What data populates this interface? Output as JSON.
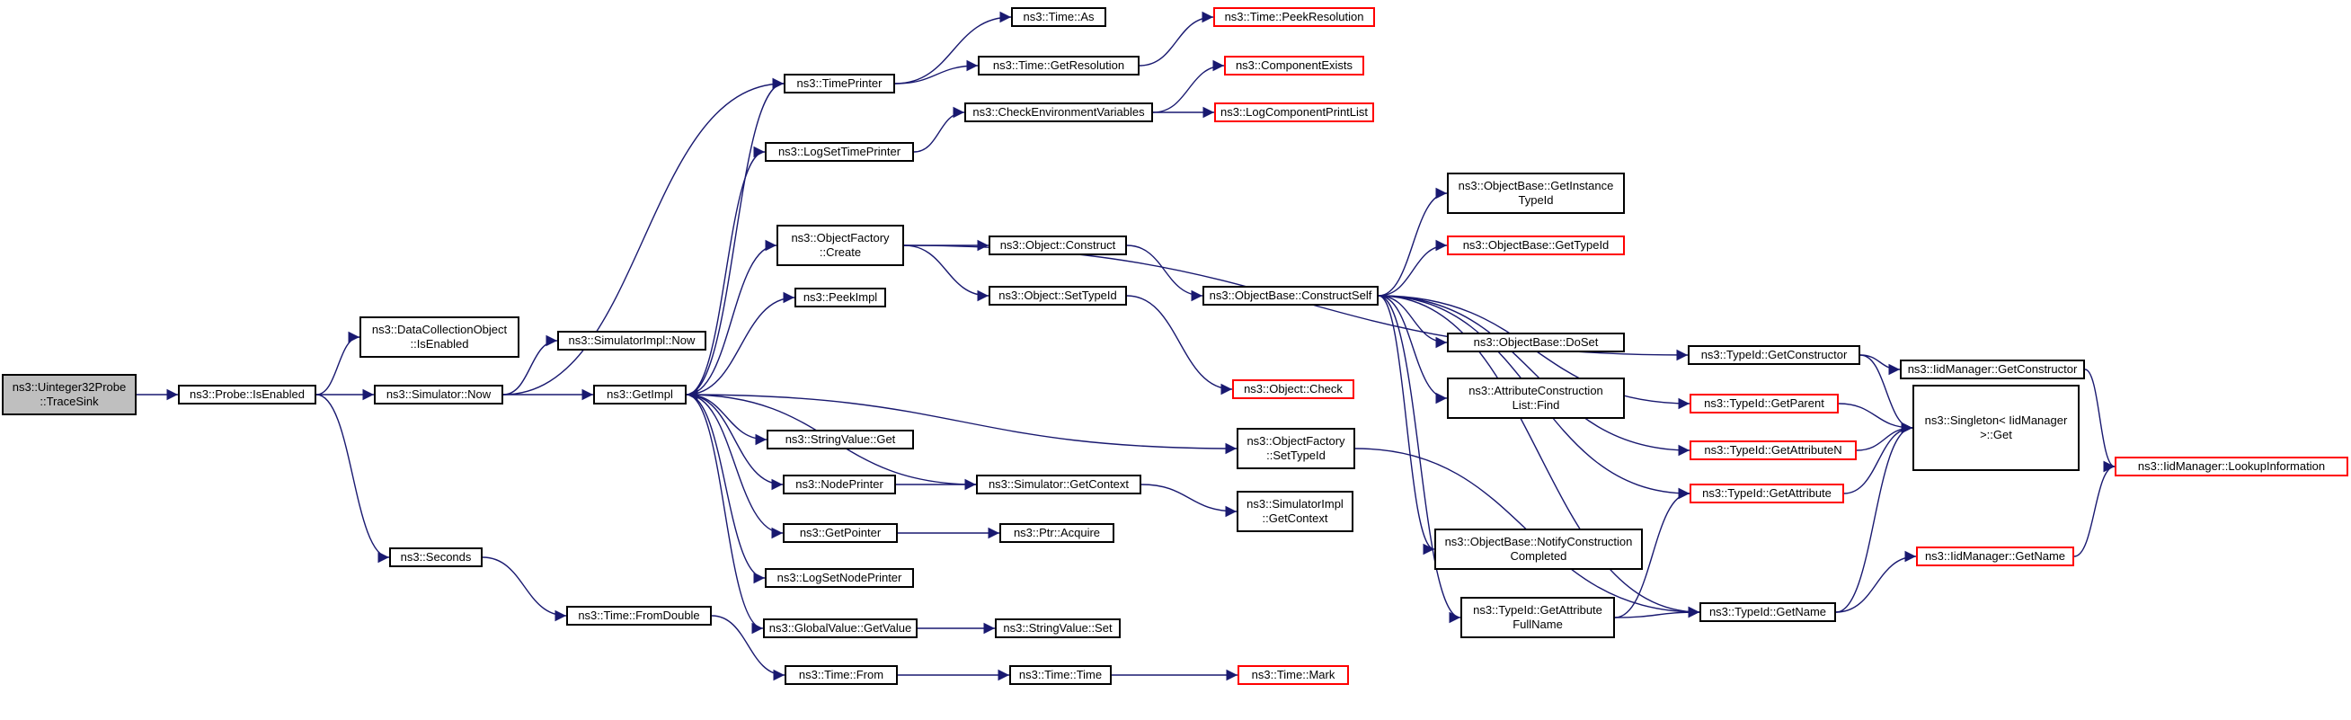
{
  "graph": {
    "edge_color": "#191970",
    "node_border_color": "#000000",
    "external_border_color": "#ff0000",
    "root_fill_color": "#bfbfbf",
    "nodes": [
      {
        "id": "n0",
        "label": "ns3::Uinteger32Probe\n::TraceSink"
      },
      {
        "id": "n1",
        "label": "ns3::Probe::IsEnabled"
      },
      {
        "id": "n2",
        "label": "ns3::DataCollectionObject\n::IsEnabled"
      },
      {
        "id": "n3",
        "label": "ns3::Simulator::Now"
      },
      {
        "id": "n4",
        "label": "ns3::Seconds"
      },
      {
        "id": "n5",
        "label": "ns3::SimulatorImpl::Now"
      },
      {
        "id": "n6",
        "label": "ns3::GetImpl"
      },
      {
        "id": "n7",
        "label": "ns3::Time::FromDouble"
      },
      {
        "id": "n8",
        "label": "ns3::TimePrinter"
      },
      {
        "id": "n9",
        "label": "ns3::LogSetTimePrinter"
      },
      {
        "id": "n10",
        "label": "ns3::ObjectFactory\n::Create"
      },
      {
        "id": "n11",
        "label": "ns3::PeekImpl"
      },
      {
        "id": "n12",
        "label": "ns3::StringValue::Get"
      },
      {
        "id": "n13",
        "label": "ns3::NodePrinter"
      },
      {
        "id": "n14",
        "label": "ns3::GetPointer"
      },
      {
        "id": "n15",
        "label": "ns3::LogSetNodePrinter"
      },
      {
        "id": "n16",
        "label": "ns3::GlobalValue::GetValue"
      },
      {
        "id": "n17",
        "label": "ns3::Time::From"
      },
      {
        "id": "n18",
        "label": "ns3::Time::As"
      },
      {
        "id": "n19",
        "label": "ns3::Time::GetResolution"
      },
      {
        "id": "n20",
        "label": "ns3::CheckEnvironmentVariables"
      },
      {
        "id": "n21",
        "label": "ns3::Object::Construct"
      },
      {
        "id": "n22",
        "label": "ns3::Object::SetTypeId"
      },
      {
        "id": "n23",
        "label": "ns3::Simulator::GetContext"
      },
      {
        "id": "n24",
        "label": "ns3::Ptr::Acquire"
      },
      {
        "id": "n25",
        "label": "ns3::StringValue::Set"
      },
      {
        "id": "n26",
        "label": "ns3::Time::Time"
      },
      {
        "id": "n27",
        "label": "ns3::Time::PeekResolution"
      },
      {
        "id": "n28",
        "label": "ns3::ComponentExists"
      },
      {
        "id": "n29",
        "label": "ns3::LogComponentPrintList"
      },
      {
        "id": "n30",
        "label": "ns3::ObjectBase::ConstructSelf"
      },
      {
        "id": "n31",
        "label": "ns3::Object::Check"
      },
      {
        "id": "n32",
        "label": "ns3::ObjectFactory\n::SetTypeId"
      },
      {
        "id": "n33",
        "label": "ns3::SimulatorImpl\n::GetContext"
      },
      {
        "id": "n34",
        "label": "ns3::Time::Mark"
      },
      {
        "id": "n35",
        "label": "ns3::ObjectBase::GetInstance\nTypeId"
      },
      {
        "id": "n36",
        "label": "ns3::ObjectBase::GetTypeId"
      },
      {
        "id": "n37",
        "label": "ns3::ObjectBase::DoSet"
      },
      {
        "id": "n38",
        "label": "ns3::AttributeConstruction\nList::Find"
      },
      {
        "id": "n39",
        "label": "ns3::ObjectBase::NotifyConstruction\nCompleted"
      },
      {
        "id": "n40",
        "label": "ns3::TypeId::GetAttribute\nFullName"
      },
      {
        "id": "n41",
        "label": "ns3::TypeId::GetConstructor"
      },
      {
        "id": "n42",
        "label": "ns3::TypeId::GetParent"
      },
      {
        "id": "n43",
        "label": "ns3::TypeId::GetAttributeN"
      },
      {
        "id": "n44",
        "label": "ns3::TypeId::GetAttribute"
      },
      {
        "id": "n45",
        "label": "ns3::TypeId::GetName"
      },
      {
        "id": "n46",
        "label": "ns3::IidManager::GetConstructor"
      },
      {
        "id": "n47",
        "label": "ns3::Singleton< IidManager\n>::Get"
      },
      {
        "id": "n48",
        "label": "ns3::IidManager::GetName"
      },
      {
        "id": "n49",
        "label": "ns3::IidManager::LookupInformation"
      }
    ],
    "edges": [
      [
        "n0",
        "n1"
      ],
      [
        "n1",
        "n2"
      ],
      [
        "n1",
        "n3"
      ],
      [
        "n1",
        "n4"
      ],
      [
        "n3",
        "n5"
      ],
      [
        "n3",
        "n6"
      ],
      [
        "n3",
        "n8"
      ],
      [
        "n4",
        "n7"
      ],
      [
        "n7",
        "n17"
      ],
      [
        "n17",
        "n26"
      ],
      [
        "n26",
        "n34"
      ],
      [
        "n6",
        "n8"
      ],
      [
        "n6",
        "n9"
      ],
      [
        "n6",
        "n10"
      ],
      [
        "n6",
        "n11"
      ],
      [
        "n6",
        "n12"
      ],
      [
        "n6",
        "n13"
      ],
      [
        "n6",
        "n14"
      ],
      [
        "n6",
        "n15"
      ],
      [
        "n6",
        "n16"
      ],
      [
        "n6",
        "n32"
      ],
      [
        "n8",
        "n18"
      ],
      [
        "n8",
        "n19"
      ],
      [
        "n19",
        "n27"
      ],
      [
        "n9",
        "n20"
      ],
      [
        "n20",
        "n28"
      ],
      [
        "n20",
        "n29"
      ],
      [
        "n10",
        "n21"
      ],
      [
        "n10",
        "n22"
      ],
      [
        "n10",
        "n41"
      ],
      [
        "n13",
        "n23"
      ],
      [
        "n23",
        "n6"
      ],
      [
        "n23",
        "n33"
      ],
      [
        "n14",
        "n24"
      ],
      [
        "n16",
        "n25"
      ],
      [
        "n21",
        "n30"
      ],
      [
        "n22",
        "n31"
      ],
      [
        "n30",
        "n35"
      ],
      [
        "n30",
        "n36"
      ],
      [
        "n30",
        "n37"
      ],
      [
        "n30",
        "n38"
      ],
      [
        "n30",
        "n39"
      ],
      [
        "n30",
        "n40"
      ],
      [
        "n30",
        "n42"
      ],
      [
        "n30",
        "n43"
      ],
      [
        "n30",
        "n44"
      ],
      [
        "n30",
        "n45"
      ],
      [
        "n32",
        "n45"
      ],
      [
        "n40",
        "n44"
      ],
      [
        "n40",
        "n45"
      ],
      [
        "n41",
        "n46"
      ],
      [
        "n41",
        "n47"
      ],
      [
        "n46",
        "n49"
      ],
      [
        "n42",
        "n47"
      ],
      [
        "n43",
        "n47"
      ],
      [
        "n44",
        "n47"
      ],
      [
        "n45",
        "n47"
      ],
      [
        "n45",
        "n48"
      ],
      [
        "n48",
        "n49"
      ]
    ]
  }
}
